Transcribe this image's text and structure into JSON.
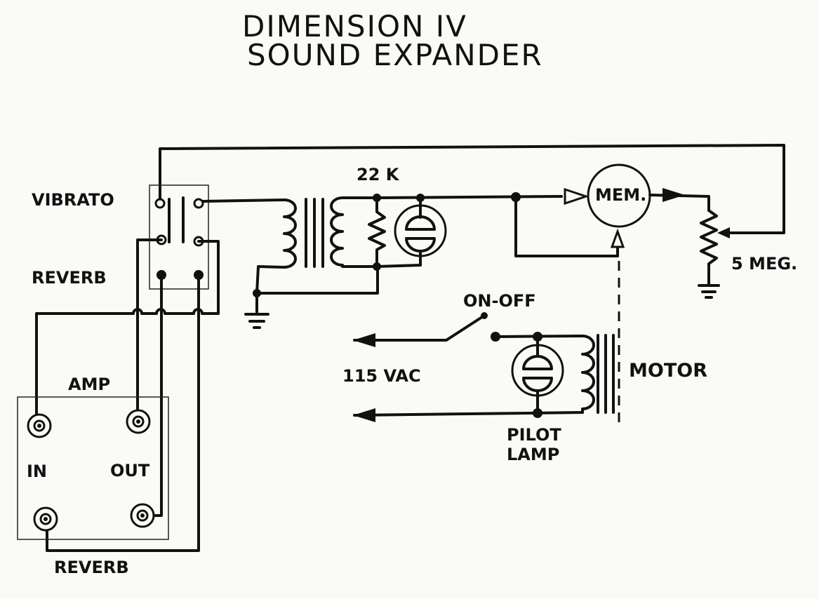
{
  "title": {
    "line1": "DIMENSION IV",
    "line2": "SOUND EXPANDER"
  },
  "labels": {
    "vibrato": "VIBRATO",
    "reverb_switch": "REVERB",
    "resistor": "22 K",
    "mem": "MEM.",
    "pot": "5 MEG.",
    "on_off": "ON-OFF",
    "vac": "115 VAC",
    "motor": "MOTOR",
    "pilot": "PILOT",
    "lamp": "LAMP",
    "amp": "AMP",
    "in": "IN",
    "out": "OUT",
    "reverb_bottom": "REVERB"
  }
}
